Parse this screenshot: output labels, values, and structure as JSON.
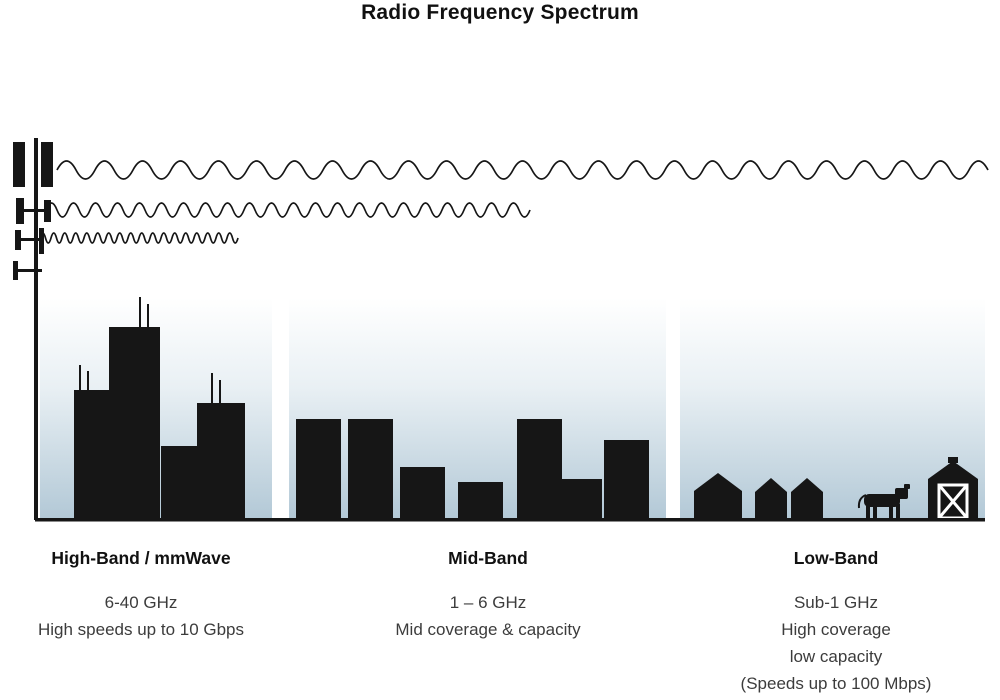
{
  "title": "Radio Frequency Spectrum",
  "bands": [
    {
      "name": "High-Band / mmWave",
      "lines": [
        "6-40 GHz",
        "High speeds up to 10 Gbps"
      ]
    },
    {
      "name": "Mid-Band",
      "lines": [
        "1 – 6 GHz",
        "Mid coverage & capacity"
      ]
    },
    {
      "name": "Low-Band",
      "lines": [
        "Sub-1 GHz",
        "High coverage",
        "low capacity",
        "(Speeds up to 100 Mbps)"
      ]
    }
  ],
  "icons": {
    "cell-tower-icon": "svg-silhouette",
    "low-band-wave": "long-wavelength-sine",
    "mid-band-wave": "medium-wavelength-sine",
    "high-band-wave": "short-wavelength-sine",
    "city-skyline-icon": "svg-silhouette",
    "midrise-skyline-icon": "svg-silhouette",
    "house-icon": "svg-silhouette",
    "cow-icon": "svg-silhouette",
    "barn-icon": "svg-silhouette"
  },
  "colors": {
    "silhouette": "#161616",
    "gradient_top": "#ffffff",
    "gradient_bottom": "#b2c8d6",
    "body_text": "#3c3c3c",
    "heading_text": "#111111"
  }
}
